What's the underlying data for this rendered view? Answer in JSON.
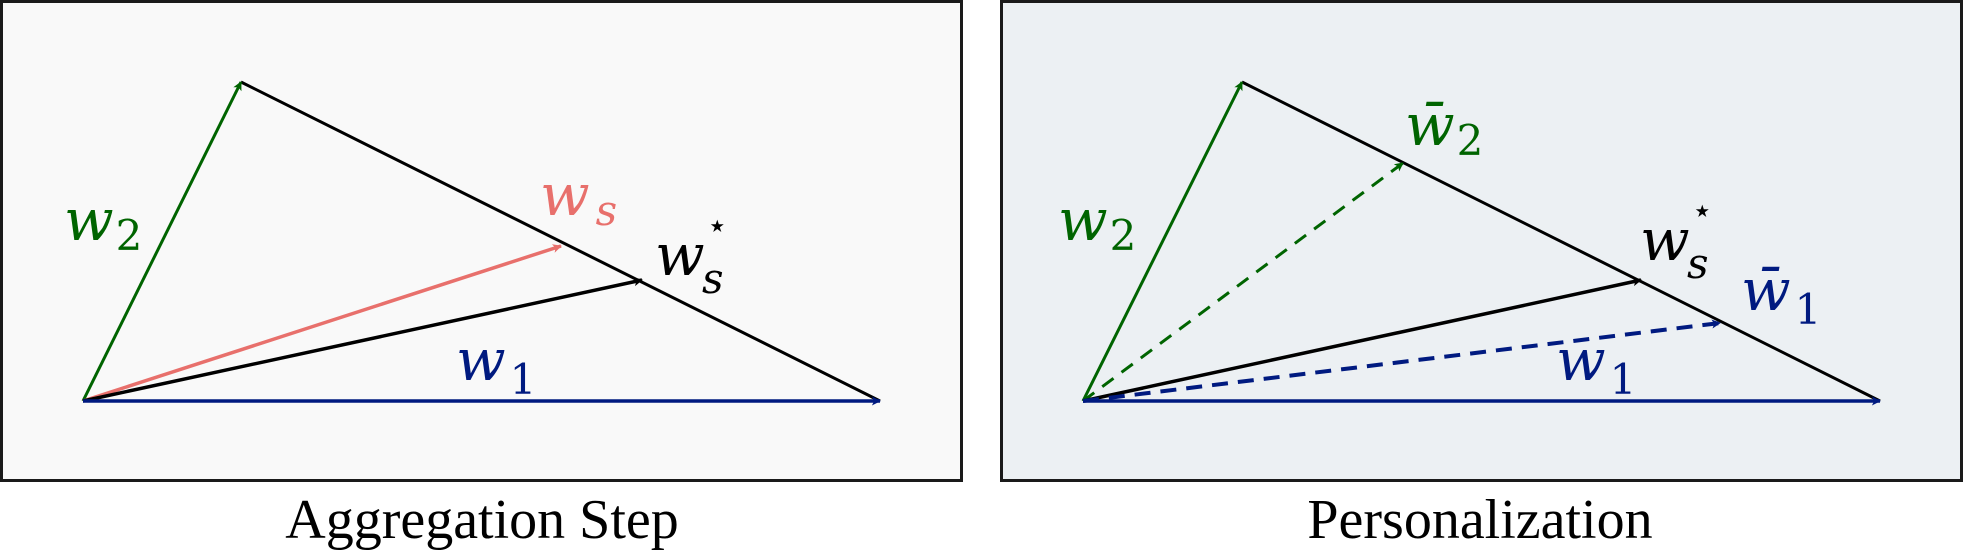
{
  "colors": {
    "panel_left_bg": "#f9f9f9",
    "panel_right_bg": "#ecf0f3",
    "border": "#1a1a1a",
    "w1": "#001a80",
    "w2": "#006400",
    "ws": "#e8706c",
    "ws_star": "#000000"
  },
  "panels": [
    {
      "caption": "Aggregation Step",
      "labels": {
        "w2": {
          "base": "w",
          "sub": "2"
        },
        "ws": {
          "base": "w",
          "sub": "s"
        },
        "ws_star": {
          "base": "w",
          "sub": "s",
          "sup": "⋆"
        },
        "w1": {
          "base": "w",
          "sub": "1"
        }
      }
    },
    {
      "caption": "Personalization",
      "labels": {
        "w2": {
          "base": "w",
          "sub": "2"
        },
        "w2_bar": {
          "base": "w̄",
          "sub": "2"
        },
        "ws_star": {
          "base": "w",
          "sub": "s",
          "sup": "⋆"
        },
        "w1_bar": {
          "base": "w̄",
          "sub": "1"
        },
        "w1": {
          "base": "w",
          "sub": "1"
        }
      }
    }
  ]
}
